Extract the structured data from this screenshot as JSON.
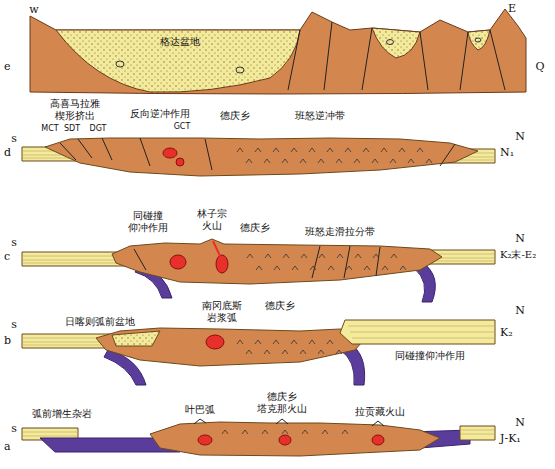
{
  "diagram": {
    "labels": [
      "w",
      "E",
      "e",
      "格达盆地",
      "Q",
      "高喜马拉雅 楔形挤出",
      "MCT",
      "SDT",
      "DGT",
      "反向逆冲作用",
      "GCT",
      "德庆乡",
      "班怒逆冲带",
      "s",
      "N",
      "d",
      "N₁",
      "同碰撞 仰冲作用",
      "林子宗 火山",
      "德庆乡",
      "班怒走滑拉分带",
      "s",
      "N",
      "c",
      "K₂末-E₂",
      "南冈底斯 岩浆弧",
      "德庆乡",
      "日喀则弧前盆地",
      "同碰撞仰冲作用",
      "s",
      "N",
      "b",
      "K₂",
      "弧前增生杂岩",
      "叶巴弧",
      "德庆乡",
      "塔克那火山",
      "拉贡藏火山",
      "s",
      "N",
      "a",
      "J-K₁"
    ]
  }
}
